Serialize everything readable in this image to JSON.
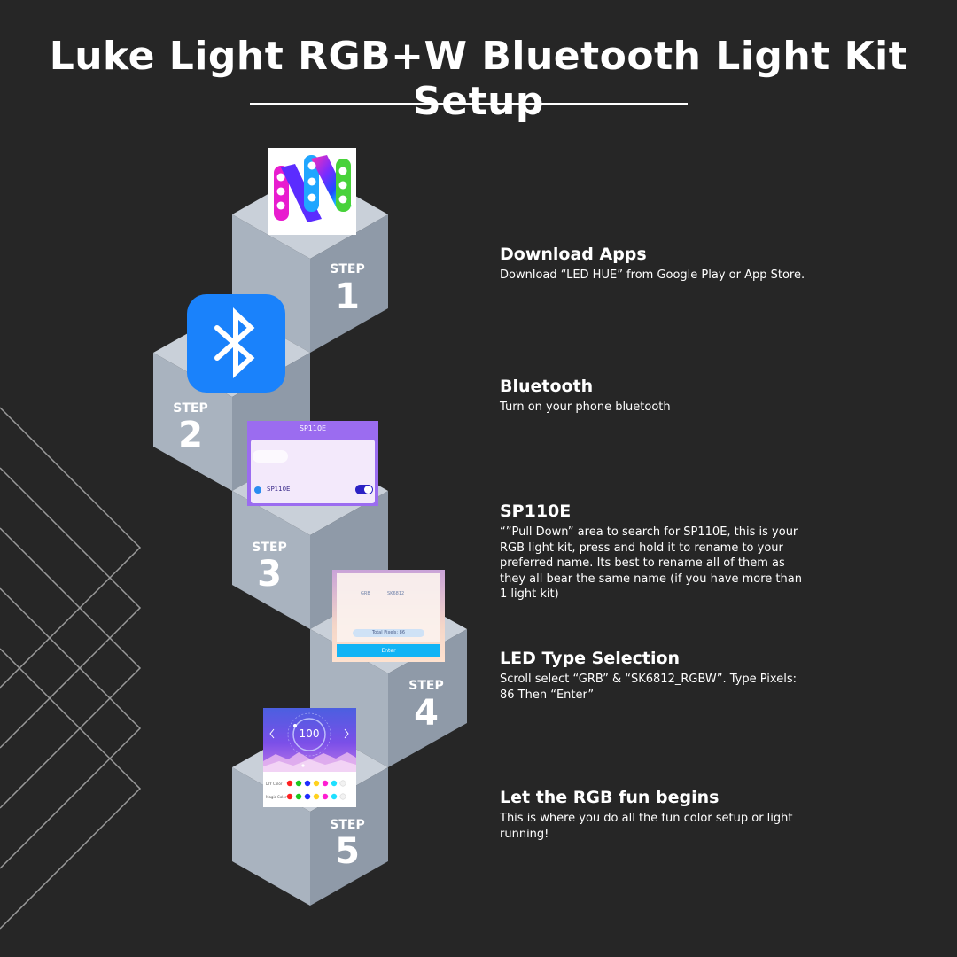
{
  "title": "Luke Light RGB+W Bluetooth Light Kit Setup",
  "colors": {
    "background": "#262626",
    "cube_top": "#c9d0d9",
    "cube_left": "#a9b3bf",
    "cube_right": "#8f9aa8",
    "bluetooth_blue": "#1a82fb",
    "app_purple": "#9b6cf0"
  },
  "steps": [
    {
      "word": "STEP",
      "number": "1",
      "heading": "Download Apps",
      "description": "Download “LED HUE” from Google Play or App Store.",
      "icon": "led-hue-app-icon"
    },
    {
      "word": "STEP",
      "number": "2",
      "heading": "Bluetooth",
      "description": "Turn on your phone bluetooth",
      "icon": "bluetooth-icon"
    },
    {
      "word": "STEP",
      "number": "3",
      "heading": "SP110E",
      "description": "“”Pull Down” area to search for SP110E, this is your RGB light kit, press and hold it to rename to your preferred name. Its best to rename all of them as they all bear the same name (if you have more than 1 light kit)",
      "icon": "device-list-screenshot",
      "screen": {
        "header": "SP110E",
        "device": "SP110E"
      }
    },
    {
      "word": "STEP",
      "number": "4",
      "heading": "LED Type Selection",
      "description": "Scroll select “GRB” & “SK6812_RGBW”. Type Pixels: 86 Then “Enter”",
      "icon": "led-type-screenshot",
      "screen": {
        "order": "GRB",
        "chip": "SK6812",
        "pixels": "Total Pixels: 86",
        "button": "Enter"
      }
    },
    {
      "word": "STEP",
      "number": "5",
      "heading": "Let the RGB fun begins",
      "description": "This is where you do all the fun color setup or light running!",
      "icon": "color-control-screenshot",
      "screen": {
        "brightness": "100",
        "row1": "DIY Color",
        "row2": "Magic Color"
      }
    }
  ]
}
